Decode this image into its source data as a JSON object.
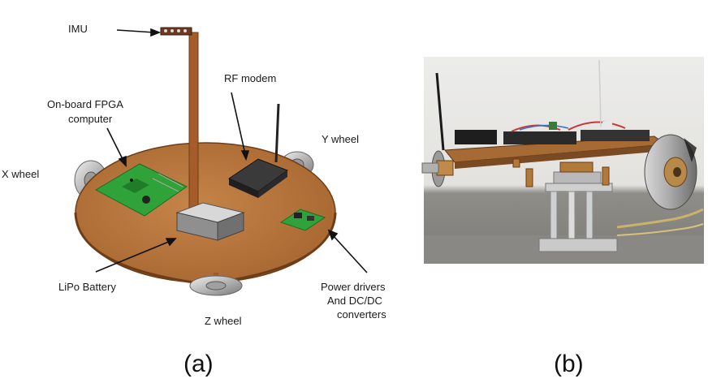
{
  "panel_a": {
    "labels": {
      "imu": "IMU",
      "rf_modem": "RF modem",
      "fpga_line1": "On-board FPGA",
      "fpga_line2": "computer",
      "y_wheel": "Y wheel",
      "x_wheel": "X wheel",
      "lipo": "LiPo Battery",
      "z_wheel": "Z wheel",
      "power_line1": "Power drivers",
      "power_line2": "And DC/DC",
      "power_line3": "converters"
    },
    "caption": "(a)"
  },
  "panel_b": {
    "caption": "(b)"
  },
  "colors": {
    "platform": "#b0703a",
    "platform_edge": "#6e3d17",
    "pcb_green": "#2fa33a",
    "modem_dark": "#2b2b2b",
    "battery_grey": "#9a9a9a",
    "wheel_silver": "#c8c8c8"
  }
}
